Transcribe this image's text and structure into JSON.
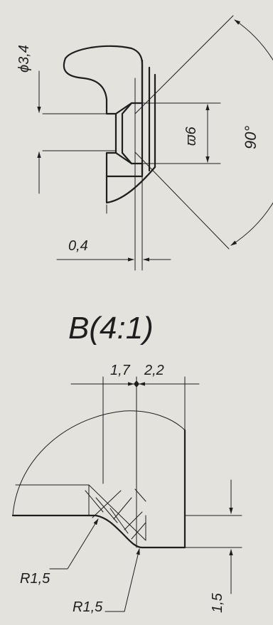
{
  "dimensions": {
    "upper": {
      "diameter_small": "ϕ3,4",
      "diameter_large": "ϖ6",
      "angle": "90°",
      "gap": "0,4"
    },
    "detail": {
      "title": "B(4:1)",
      "width_left": "1,7",
      "width_right": "2,2",
      "radius_a": "R1,5",
      "radius_b": "R1,5",
      "height": "1,5"
    }
  },
  "colors": {
    "paper": "#e4e2dd",
    "ink": "#1e1e1e"
  }
}
